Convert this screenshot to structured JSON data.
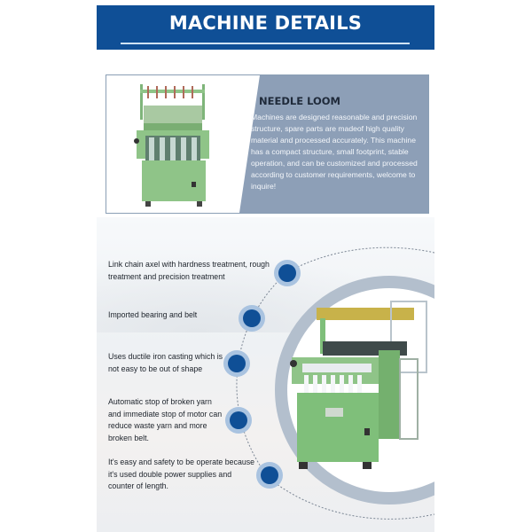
{
  "header": {
    "title": "MACHINE DETAILS"
  },
  "product_card": {
    "title": "NEEDLE LOOM",
    "body": "Machines are designed reasonable and precision structure, spare parts are madeof high quality material and processed accurately. This machine has a compact structure, small footprint, stable operation, and can be customized and processed according to customer requirements, welcome to inquire!",
    "image_alt": "needle-loom-machine"
  },
  "features": [
    {
      "text": "Link chain axel with hardness treatment, rough treatment and precision treatment"
    },
    {
      "text": "Imported bearing and belt"
    },
    {
      "text": "Uses ductile iron casting which is not easy to be out of shape"
    },
    {
      "text": "Automatic stop of broken yarn and immediate stop of motor can reduce waste yarn and more broken belt."
    },
    {
      "text": "It's easy and safety to be operate because it's used double power supplies and counter of length."
    }
  ],
  "colors": {
    "brand_blue": "#0f4f96",
    "panel_gray": "#8d9fb7",
    "machine_green": "#7fbf7a"
  }
}
